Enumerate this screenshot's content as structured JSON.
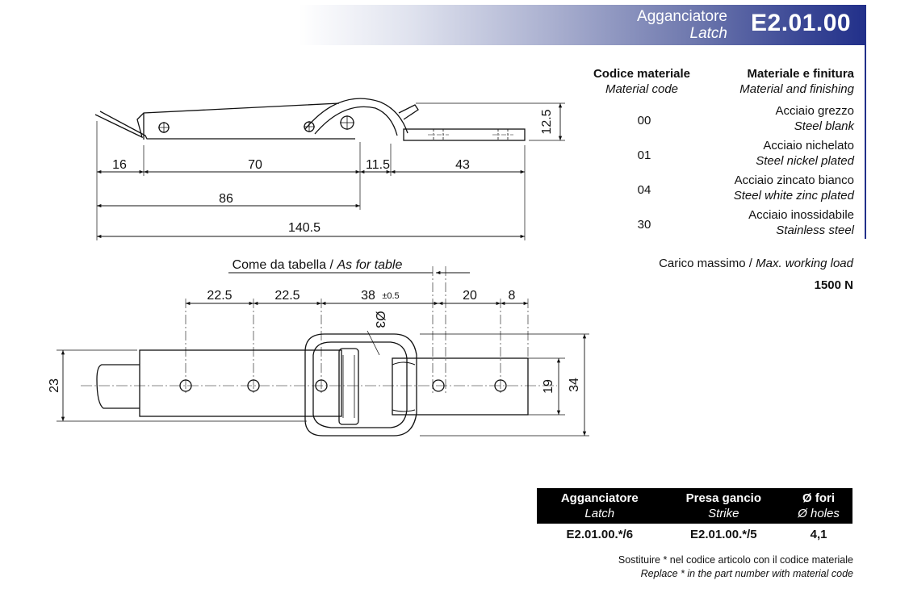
{
  "header": {
    "title_it": "Agganciatore",
    "title_en": "Latch",
    "code": "E2.01.00"
  },
  "material_table": {
    "col_code_it": "Codice materiale",
    "col_code_en": "Material code",
    "col_mat_it": "Materiale e finitura",
    "col_mat_en": "Material and finishing",
    "rows": [
      {
        "code": "00",
        "it": "Acciaio grezzo",
        "en": "Steel blank"
      },
      {
        "code": "01",
        "it": "Acciaio nichelato",
        "en": "Steel nickel plated"
      },
      {
        "code": "04",
        "it": "Acciaio zincato bianco",
        "en": "Steel white zinc plated"
      },
      {
        "code": "30",
        "it": "Acciaio inossidabile",
        "en": "Stainless steel"
      }
    ]
  },
  "load": {
    "label_it": "Carico massimo / ",
    "label_en": "Max. working load",
    "value": "1500 N"
  },
  "drawing_side": {
    "dims": {
      "d16": "16",
      "d70": "70",
      "d115": "11.5",
      "d43": "43",
      "d86": "86",
      "d1405": "140.5",
      "d125": "12.5"
    }
  },
  "drawing_top": {
    "note_it": "Come da tabella / ",
    "note_en": "As for table",
    "dims": {
      "d225a": "22.5",
      "d225b": "22.5",
      "d38": "38",
      "tol": "±0.5",
      "d20": "20",
      "d8": "8",
      "d3": "Ø3",
      "d23": "23",
      "d19": "19",
      "d34": "34"
    }
  },
  "bottom_table": {
    "headers": [
      {
        "it": "Agganciatore",
        "en": "Latch"
      },
      {
        "it": "Presa gancio",
        "en": "Strike"
      },
      {
        "it": "Ø fori",
        "en": "Ø holes"
      }
    ],
    "row": [
      "E2.01.00.*/6",
      "E2.01.00.*/5",
      "4,1"
    ]
  },
  "footer": {
    "line_it": "Sostituire * nel codice articolo con il codice materiale",
    "line_en": "Replace * in the part number with material code"
  }
}
